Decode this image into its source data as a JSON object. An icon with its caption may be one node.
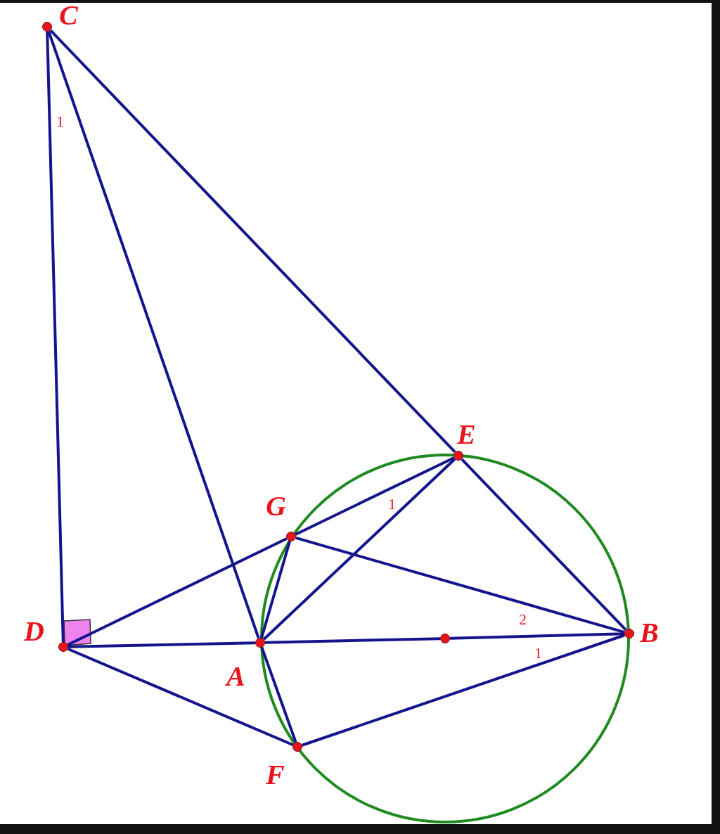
{
  "diagram": {
    "nodes": [
      {
        "text": [],
        "shape": "circle",
        "beside": [
          "C"
        ]
      },
      {
        "text": [],
        "shape": "circle",
        "beside": [
          "E"
        ]
      },
      {
        "text": [],
        "shape": "circle",
        "beside": [
          "G"
        ]
      },
      {
        "text": [],
        "shape": "circle",
        "beside": [
          "D"
        ]
      },
      {
        "text": [],
        "shape": "circle",
        "beside": [
          "A"
        ]
      },
      {
        "text": [],
        "shape": "circle"
      },
      {
        "text": [],
        "shape": "circle",
        "beside": [
          "B"
        ]
      },
      {
        "text": [],
        "shape": "circle",
        "beside": [
          "F"
        ]
      }
    ],
    "edges": [
      {
        "from": 0,
        "to": 3,
        "arrow": "none"
      },
      {
        "from": 0,
        "to": 4,
        "arrow": "none"
      },
      {
        "from": 0,
        "to": 1,
        "arrow": "none"
      },
      {
        "from": 1,
        "to": 6,
        "arrow": "none"
      },
      {
        "from": 2,
        "to": 1,
        "arrow": "none"
      },
      {
        "from": 3,
        "to": 2,
        "arrow": "none"
      },
      {
        "from": 4,
        "to": 1,
        "arrow": "none"
      },
      {
        "from": 2,
        "to": 4,
        "arrow": "none"
      },
      {
        "from": 2,
        "to": 6,
        "arrow": "none"
      },
      {
        "from": 3,
        "to": 4,
        "arrow": "none"
      },
      {
        "from": 4,
        "to": 5,
        "arrow": "none"
      },
      {
        "from": 5,
        "to": 6,
        "arrow": "none"
      },
      {
        "from": 3,
        "to": 7,
        "arrow": "none"
      },
      {
        "from": 4,
        "to": 7,
        "arrow": "none"
      },
      {
        "from": 7,
        "to": 6,
        "arrow": "none"
      }
    ],
    "labels": [
      "1",
      "1",
      "2",
      "1"
    ]
  }
}
